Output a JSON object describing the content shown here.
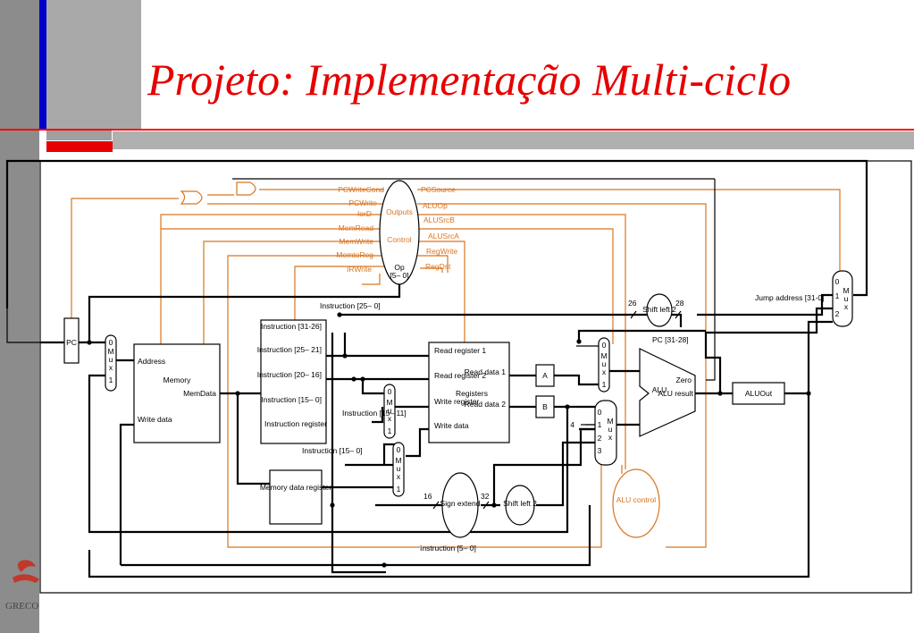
{
  "title": "Projeto: Implementação Multi-ciclo",
  "logo": {
    "caption": "GRECO"
  },
  "colors": {
    "title": "#e60000",
    "control": "#d9741f",
    "wire": "#000000",
    "accent_blue": "#0000cc"
  },
  "control": {
    "outputs_label": "Outputs",
    "control_label": "Control",
    "op_label": "Op",
    "op_bits": "[5– 0]",
    "signals_left": [
      "PCWriteCond",
      "PCWrite",
      "IorD",
      "MemRead",
      "MemWrite",
      "MemtoReg",
      "IRWrite"
    ],
    "signals_right": [
      "PCSource",
      "ALUOp",
      "ALUSrcB",
      "ALUSrcA",
      "RegWrite",
      "RegDst"
    ]
  },
  "blocks": {
    "pc": "PC",
    "memory": {
      "address": "Address",
      "name": "Memory",
      "memdata": "MemData",
      "write_data": "Write data"
    },
    "instruction_register": {
      "fields": [
        "Instruction [31-26]",
        "Instruction [25– 21]",
        "Instruction [20– 16]",
        "Instruction [15– 0]"
      ],
      "name": "Instruction register"
    },
    "memory_data_register": "Memory data register",
    "registers": {
      "read_register_1": "Read register 1",
      "read_register_2": "Read register 2",
      "name": "Registers",
      "write_register": "Write register",
      "write_data": "Write data",
      "read_data_1": "Read data 1",
      "read_data_2": "Read data 2"
    },
    "a": "A",
    "b": "B",
    "alu": {
      "name": "ALU",
      "zero": "Zero",
      "result": "ALU result"
    },
    "aluout": "ALUOut",
    "alu_control": "ALU control",
    "sign_extend": "Sign extend",
    "shift_left_2": "Shift left 2"
  },
  "mux": {
    "m": "M",
    "u": "u",
    "x": "x"
  },
  "labels": {
    "instr_25_0": "Instruction [25– 0]",
    "instr_15_11": "Instruction [15– 11]",
    "instr_15_0": "Instruction [15– 0]",
    "instr_5_0": "Instruction [5– 0]",
    "pc_31_28": "PC [31-28]",
    "jump_address": "Jump address [31-0]",
    "width_26": "26",
    "width_28": "28",
    "width_16": "16",
    "width_32": "32",
    "const_4": "4"
  }
}
